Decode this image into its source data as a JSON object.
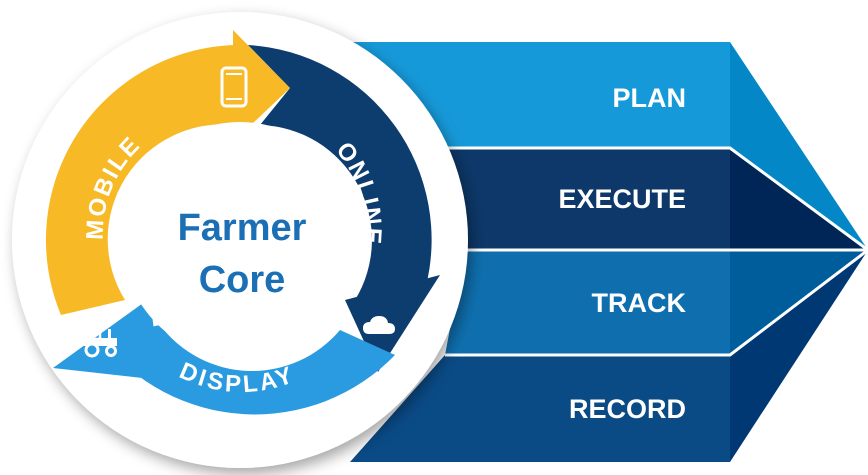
{
  "center": {
    "line1": "Farmer",
    "line2": "Core"
  },
  "cycle": {
    "mobile": {
      "label": "MOBILE",
      "icon": "smartphone-icon",
      "color": "#f7b925"
    },
    "online": {
      "label": "ONLINE",
      "icon": "cloud-icon",
      "color": "#0d3c6e"
    },
    "display": {
      "label": "DISPLAY",
      "icon": "tractor-icon",
      "color": "#2a9be0"
    }
  },
  "steps": [
    {
      "label": "PLAN",
      "color": "#1699d9"
    },
    {
      "label": "EXECUTE",
      "color": "#0d3869"
    },
    {
      "label": "TRACK",
      "color": "#0f6fae"
    },
    {
      "label": "RECORD",
      "color": "#0a4a85"
    }
  ],
  "colors": {
    "text_on_band": "#ffffff",
    "center_text": "#1a6fb5",
    "ring_border": "#ffffff"
  }
}
